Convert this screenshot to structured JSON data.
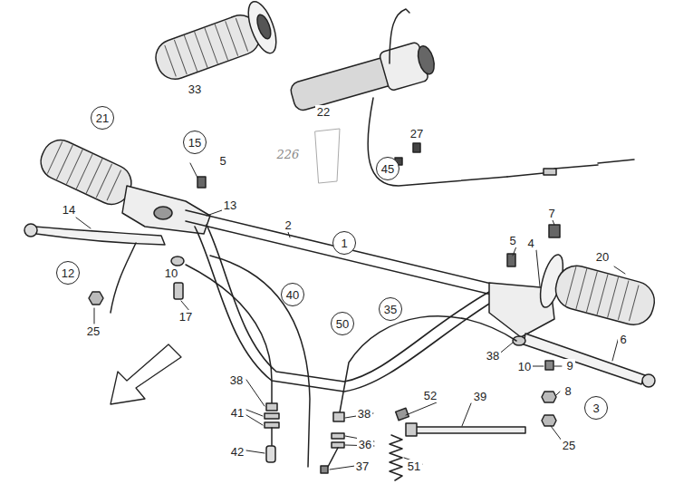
{
  "diagram": {
    "nodes": [
      {
        "text": [
          "21"
        ]
      },
      {
        "text": [
          "15"
        ]
      },
      {
        "text": [
          "45"
        ]
      },
      {
        "text": [
          "1"
        ]
      },
      {
        "text": [
          "12"
        ]
      },
      {
        "text": [
          "40"
        ]
      },
      {
        "text": [
          "35"
        ]
      },
      {
        "text": [
          "50"
        ]
      },
      {
        "text": [
          "3"
        ]
      }
    ],
    "edges": [],
    "labels": [
      "33",
      "22",
      "27",
      "226",
      "5",
      "13",
      "14",
      "2",
      "10",
      "17",
      "25",
      "5",
      "7",
      "4",
      "20",
      "6",
      "38",
      "10",
      "9",
      "8",
      "25",
      "38",
      "41",
      "42",
      "52",
      "39",
      "38",
      "36",
      "37",
      "51"
    ]
  }
}
